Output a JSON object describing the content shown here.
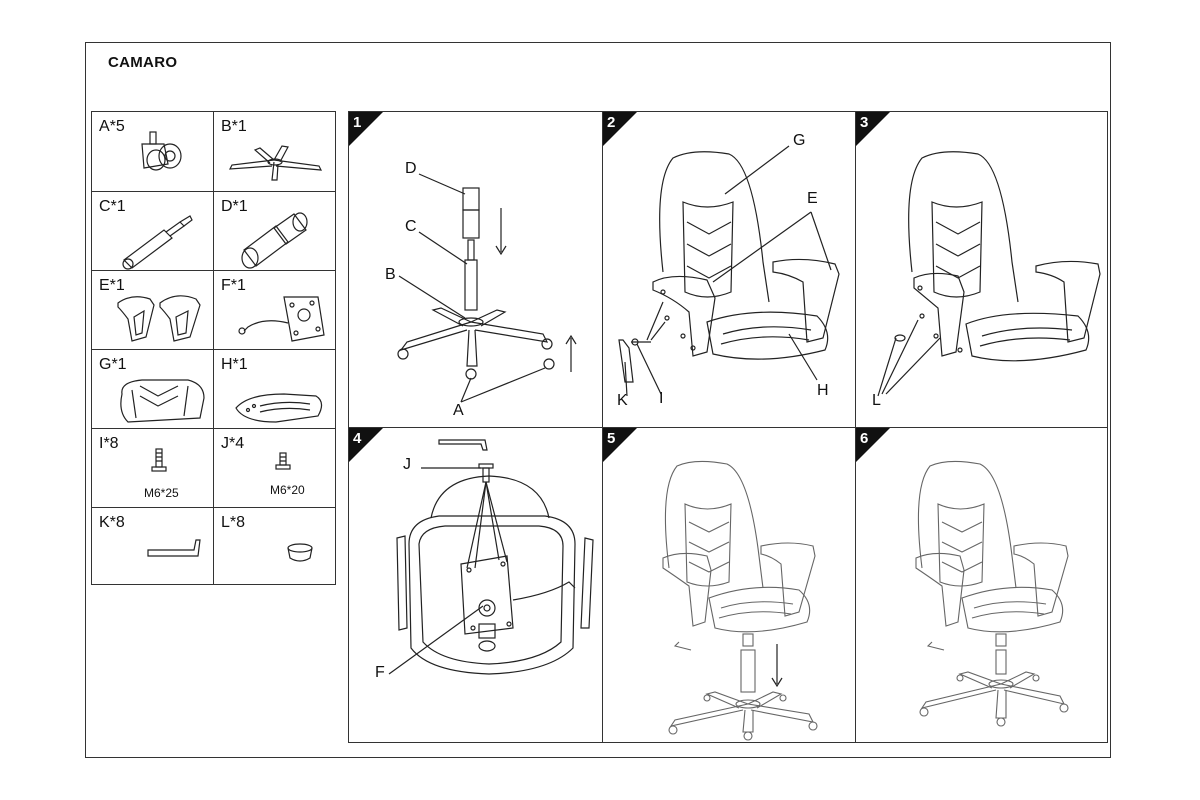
{
  "title": "CAMARO",
  "parts": [
    {
      "label": "A*5",
      "icon": "caster-wheel-icon"
    },
    {
      "label": "B*1",
      "icon": "star-base-icon"
    },
    {
      "label": "C*1",
      "icon": "gas-lift-icon"
    },
    {
      "label": "D*1",
      "icon": "cover-sleeve-icon"
    },
    {
      "label": "E*1",
      "icon": "armrests-icon"
    },
    {
      "label": "F*1",
      "icon": "mechanism-plate-icon"
    },
    {
      "label": "G*1",
      "icon": "backrest-icon"
    },
    {
      "label": "H*1",
      "icon": "seat-cushion-icon"
    },
    {
      "label": "I*8",
      "icon": "bolt-icon",
      "size": "M6*25"
    },
    {
      "label": "J*4",
      "icon": "bolt-icon",
      "size": "M6*20"
    },
    {
      "label": "K*8",
      "icon": "allen-key-icon"
    },
    {
      "label": "L*8",
      "icon": "cap-icon"
    }
  ],
  "steps": [
    {
      "number": "1",
      "callouts": [
        "D",
        "C",
        "B",
        "A"
      ]
    },
    {
      "number": "2",
      "callouts": [
        "G",
        "E",
        "K",
        "I",
        "H"
      ]
    },
    {
      "number": "3",
      "callouts": [
        "L"
      ]
    },
    {
      "number": "4",
      "callouts": [
        "J",
        "F"
      ]
    },
    {
      "number": "5",
      "callouts": []
    },
    {
      "number": "6",
      "callouts": []
    }
  ]
}
